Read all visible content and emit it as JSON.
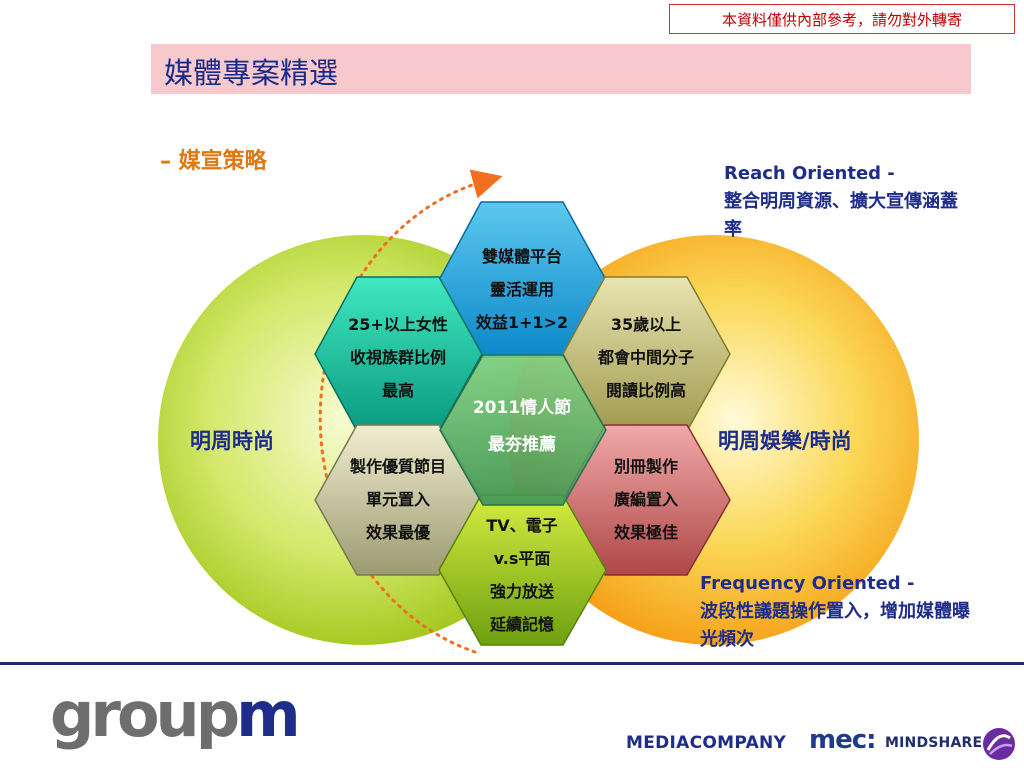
{
  "notice": "本資料僅供內部參考，請勿對外轉寄",
  "title": "媒體專案精選",
  "subtitle": "– 媒宣策略",
  "left_label": "明周時尚",
  "right_label": "明周娛樂/時尚",
  "reach_note": {
    "lead": "Reach Oriented -",
    "body": "整合明周資源、擴大宣傳涵蓋率"
  },
  "frequency_note": {
    "lead": "Frequency Oriented -",
    "body": "波段性議題操作置入，增加媒體曝光頻次"
  },
  "hexagons": {
    "top": [
      "雙媒體平台",
      "靈活運用",
      "效益1+1>2"
    ],
    "upper_left": [
      "25+以上女性",
      "收視族群比例",
      "最高"
    ],
    "upper_right": [
      "35歲以上",
      "都會中間分子",
      "閱讀比例高"
    ],
    "center": [
      "2011情人節",
      "最夯推薦"
    ],
    "lower_left": [
      "製作優質節目",
      "單元置入",
      "效果最優"
    ],
    "lower_right": [
      "別冊製作",
      "廣編置入",
      "效果極佳"
    ],
    "bottom": [
      "TV、電子",
      "v.s平面",
      "強力放送",
      "延續記憶"
    ]
  },
  "colors": {
    "title_band": "#f7c9cc",
    "text_navy": "#1f2d8a",
    "accent_orange": "#e07810",
    "left_circle": "#a8cc1c",
    "right_circle": "#f59a10"
  },
  "footer": {
    "groupm_a": "group",
    "groupm_b": "m",
    "mediacompany": "MEDIACOMPANY",
    "mec": "mec:",
    "mindshare": "MINDSHARE"
  }
}
